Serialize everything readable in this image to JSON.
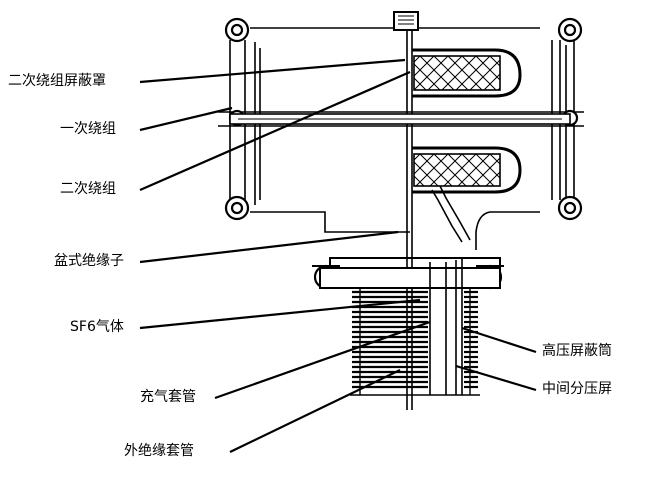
{
  "labels": {
    "secondary_winding_shield": "二次绕组屏蔽罩",
    "primary_winding": "一次绕组",
    "secondary_winding": "二次绕组",
    "basin_insulator": "盆式绝缘子",
    "sf6_gas": "SF6气体",
    "charging_bushing": "充气套管",
    "outer_insulating_bushing": "外绝缘套管",
    "hv_shield_cylinder": "高压屏蔽筒",
    "intermediate_voltage_screen": "中间分压屏"
  }
}
